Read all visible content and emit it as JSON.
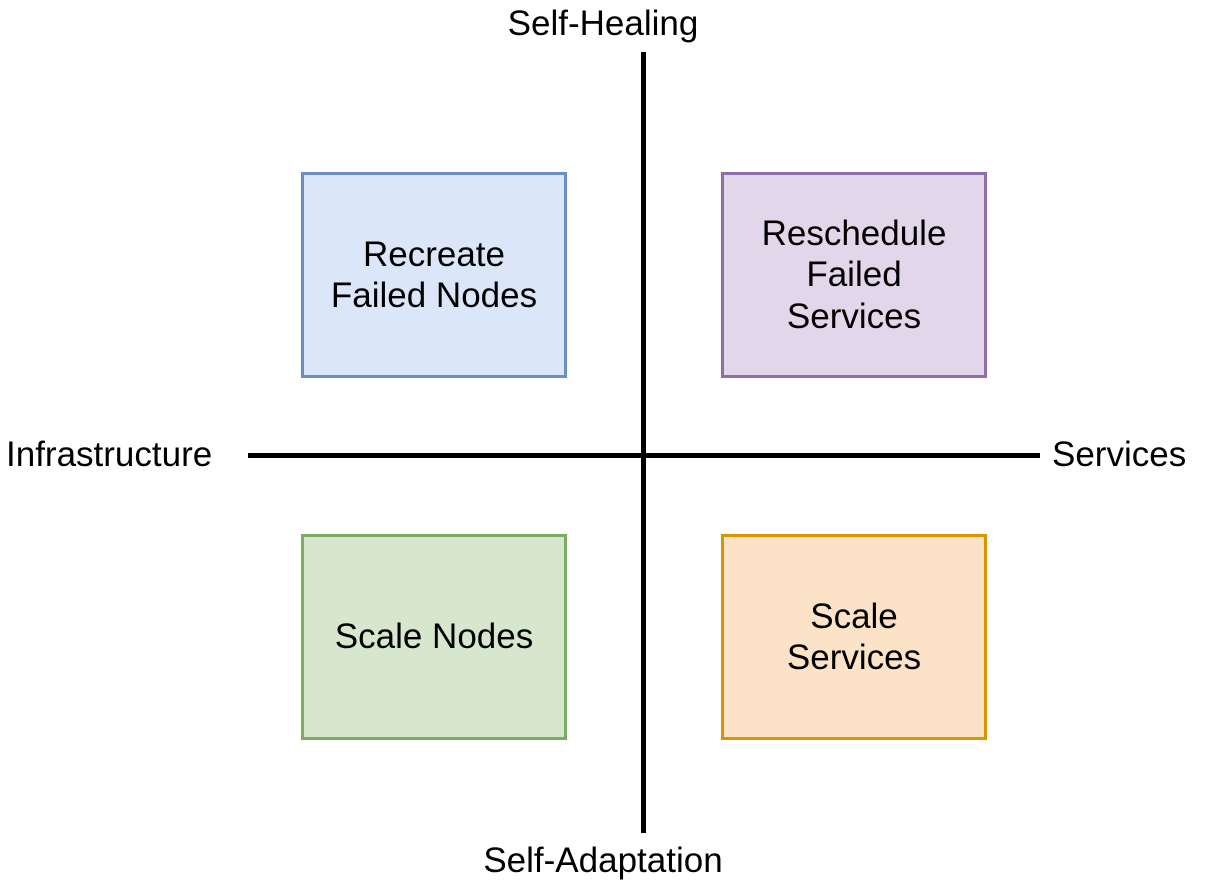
{
  "diagram": {
    "type": "quadrant-matrix",
    "axes": {
      "vertical": {
        "top_label": "Self-Healing",
        "bottom_label": "Self-Adaptation",
        "color": "#000000"
      },
      "horizontal": {
        "left_label": "Infrastructure",
        "right_label": "Services",
        "color": "#000000"
      }
    },
    "quadrants": [
      {
        "id": "top-left",
        "name": "recreate-failed-nodes",
        "label": "Recreate\nFailed Nodes",
        "vertical_axis": "Self-Healing",
        "horizontal_axis": "Infrastructure",
        "fill": "#dbe6f8",
        "border": "#6b8ec4"
      },
      {
        "id": "top-right",
        "name": "reschedule-failed-services",
        "label": "Reschedule\nFailed\nServices",
        "vertical_axis": "Self-Healing",
        "horizontal_axis": "Services",
        "fill": "#e2d6ea",
        "border": "#8e6fab"
      },
      {
        "id": "bottom-left",
        "name": "scale-nodes",
        "label": "Scale Nodes",
        "vertical_axis": "Self-Adaptation",
        "horizontal_axis": "Infrastructure",
        "fill": "#d7e7cd",
        "border": "#7aac63"
      },
      {
        "id": "bottom-right",
        "name": "scale-services",
        "label": "Scale\nServices",
        "vertical_axis": "Self-Adaptation",
        "horizontal_axis": "Services",
        "fill": "#fce3c8",
        "border": "#d79600"
      }
    ]
  }
}
